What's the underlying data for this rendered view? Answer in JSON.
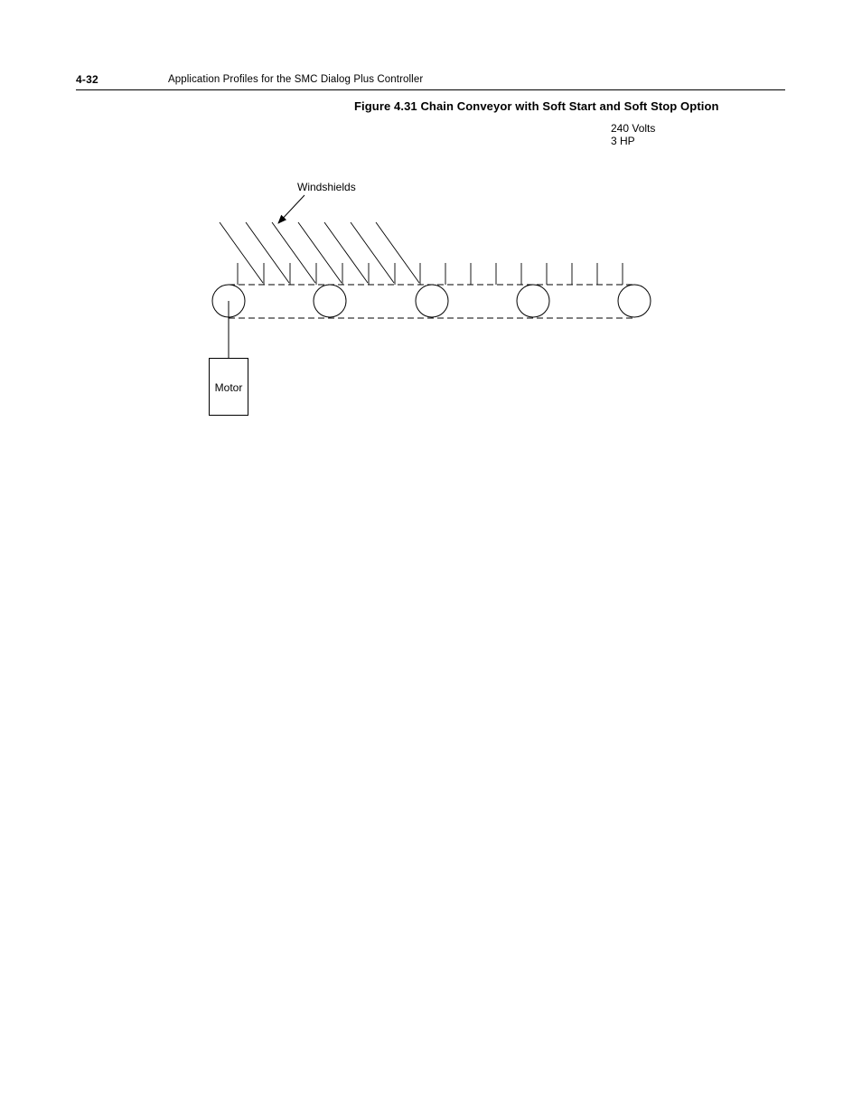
{
  "header": {
    "page_number": "4-32",
    "running_title": "Application Profiles for the SMC Dialog Plus Controller"
  },
  "figure": {
    "caption": "Figure 4.31 Chain Conveyor with Soft Start and Soft Stop Option",
    "specs": {
      "voltage": "240 Volts",
      "horsepower": "3 HP"
    },
    "labels": {
      "windshields": "Windshields",
      "motor": "Motor"
    }
  }
}
